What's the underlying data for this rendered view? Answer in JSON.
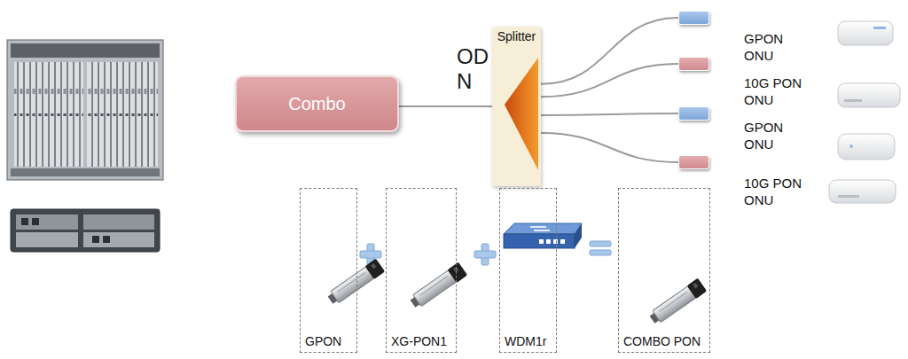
{
  "diagram": {
    "nodes": [
      {
        "text": [
          "Combo"
        ]
      },
      {
        "text": [
          "Splitter"
        ]
      },
      {
        "text": [
          "GPON ONU"
        ]
      },
      {
        "text": [
          "10G PON ONU"
        ]
      },
      {
        "text": [
          "GPON ONU"
        ]
      },
      {
        "text": [
          "10G PON ONU"
        ]
      },
      {
        "text": [
          "GPON"
        ]
      },
      {
        "text": [
          "XG-PON1"
        ]
      },
      {
        "text": [
          "WDM1r"
        ]
      },
      {
        "text": [
          "COMBO PON"
        ]
      }
    ],
    "edges": [
      {
        "from": 0,
        "to": 1,
        "arrow": "none"
      },
      {
        "from": 1,
        "to": 2,
        "arrow": "none"
      },
      {
        "from": 1,
        "to": 3,
        "arrow": "none"
      },
      {
        "from": 1,
        "to": 4,
        "arrow": "none"
      },
      {
        "from": 1,
        "to": 5,
        "arrow": "none"
      }
    ],
    "labels": [
      "ODN"
    ]
  }
}
